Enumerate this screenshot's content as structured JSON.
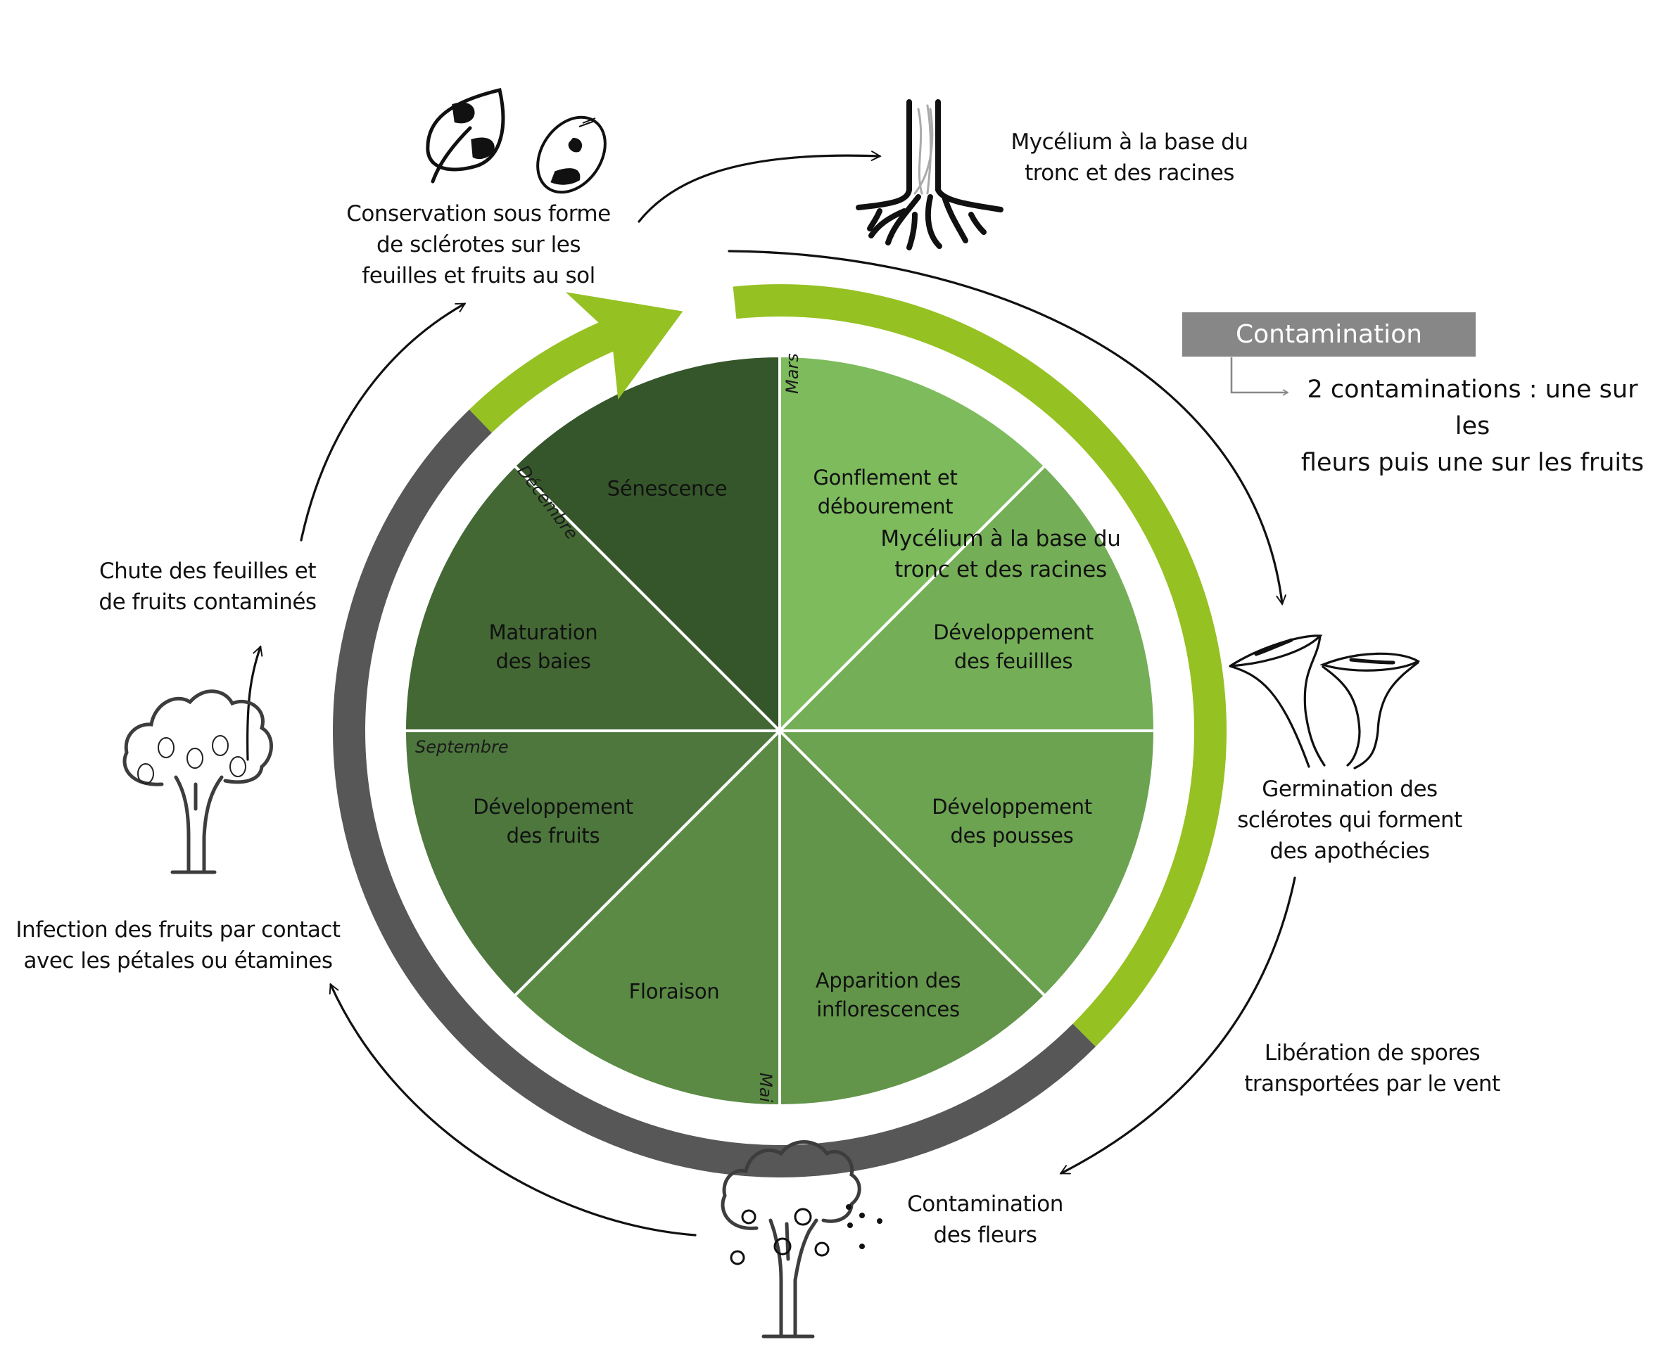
{
  "title": "Cycle de la maladie",
  "colors": {
    "ring_green": "#95c122",
    "ring_grey": "#575757",
    "segments": [
      "#7dbb5d",
      "#74ae57",
      "#6ca351",
      "#629549",
      "#5a8a44",
      "#4d773d",
      "#436834",
      "#35562a"
    ]
  },
  "segments": [
    {
      "label": "Gonflement et\ndébourement"
    },
    {
      "label": "Développement\ndes feuillles"
    },
    {
      "label": "Développement\ndes pousses"
    },
    {
      "label": "Apparition des\ninflorescences"
    },
    {
      "label": "Floraison"
    },
    {
      "label": "Développement\ndes fruits"
    },
    {
      "label": "Maturation\ndes baies"
    },
    {
      "label": "Sénescence"
    }
  ],
  "months": {
    "mars": "Mars",
    "mai": "Mai",
    "septembre": "Septembre",
    "decembre": "Décembre"
  },
  "overlay_label": "Mycélium à la base du\ntronc et des racines",
  "stages": {
    "conservation": "Conservation sous forme\nde sclérotes sur les\nfeuilles et fruits au sol",
    "mycelium": "Mycélium à la base du\ntronc et des racines",
    "germination": "Germination des\nsclérotes qui forment\ndes apothécies",
    "liberation": "Libération de spores\ntransportées par le vent",
    "contamination_fleurs": "Contamination\ndes fleurs",
    "infection_fruits": "Infection des fruits par contact\navec les pétales ou étamines",
    "chute": "Chute des feuilles et\nde fruits contaminés"
  },
  "legend": {
    "box_label": "Contamination",
    "note": "2 contaminations : une sur les\nfleurs puis une sur les fruits"
  },
  "icons": [
    "leaf-sclerotia-icon",
    "fruit-sclerotia-icon",
    "roots-mycelium-icon",
    "apothecia-mushroom-icon",
    "flowering-tree-icon",
    "fruit-tree-icon"
  ]
}
